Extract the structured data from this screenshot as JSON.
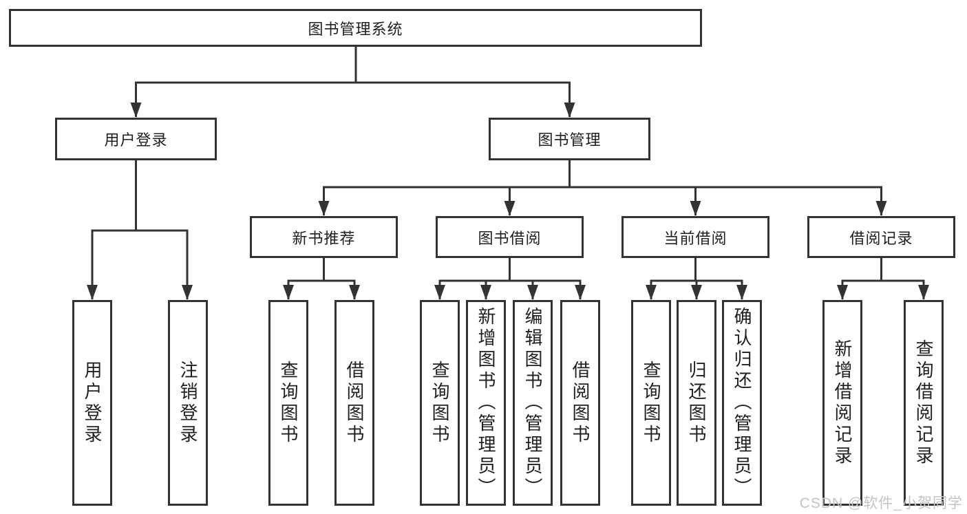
{
  "tree": {
    "label": "图书管理系统",
    "children": [
      {
        "label": "用户登录",
        "children": [
          {
            "label": "用户登录"
          },
          {
            "label": "注销登录"
          }
        ]
      },
      {
        "label": "图书管理",
        "children": [
          {
            "label": "新书推荐",
            "children": [
              {
                "label": "查询图书"
              },
              {
                "label": "借阅图书"
              }
            ]
          },
          {
            "label": "图书借阅",
            "children": [
              {
                "label": "查询图书"
              },
              {
                "label": "新增图书（管理员）"
              },
              {
                "label": "编辑图书（管理员）"
              },
              {
                "label": "借阅图书"
              }
            ]
          },
          {
            "label": "当前借阅",
            "children": [
              {
                "label": "查询图书"
              },
              {
                "label": "归还图书"
              },
              {
                "label": "确认归还（管理员）"
              }
            ]
          },
          {
            "label": "借阅记录",
            "children": [
              {
                "label": "新增借阅记录"
              },
              {
                "label": "查询借阅记录"
              }
            ]
          }
        ]
      }
    ]
  },
  "watermark": {
    "text": "CSDN @软件_小贺同学"
  },
  "colors": {
    "line": "#333333",
    "box_border": "#333333",
    "box_fill": "#ffffff",
    "text": "#1f1f1f",
    "watermark_text": "#c4c4c4"
  }
}
